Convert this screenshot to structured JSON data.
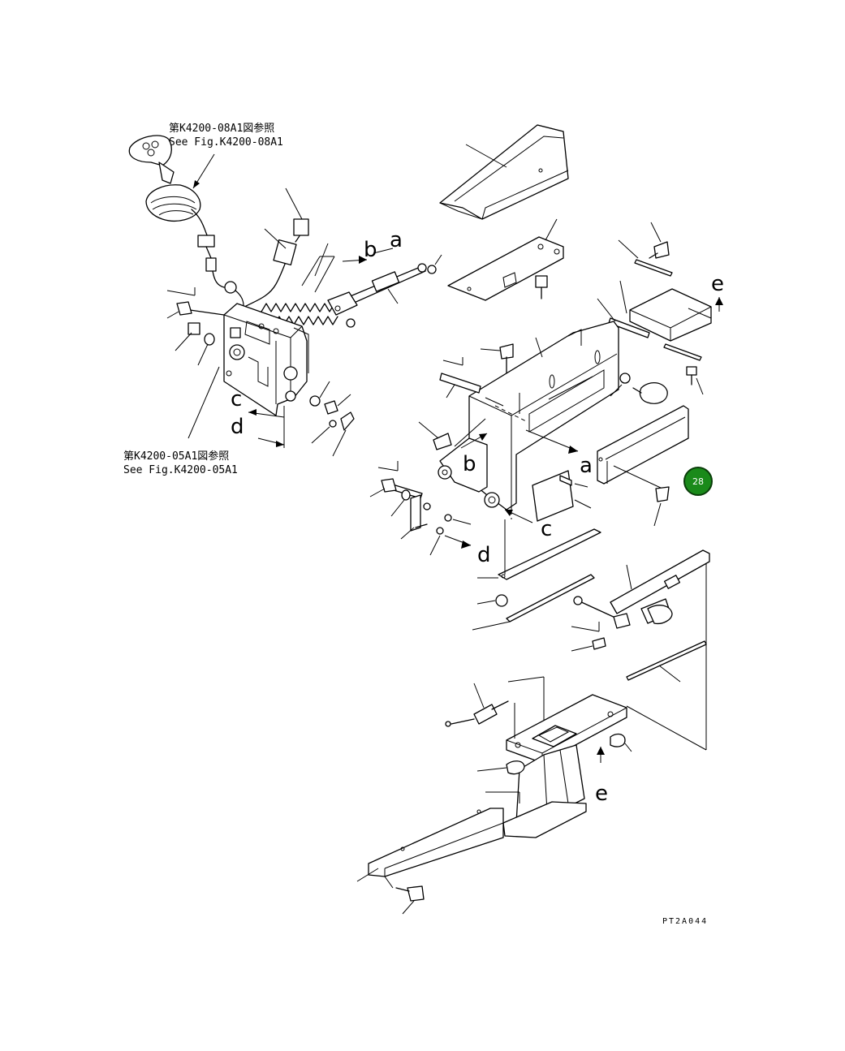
{
  "ref_top": {
    "line1": "第K4200-08A1図参照",
    "line2": "See Fig.K4200-08A1"
  },
  "ref_bottom": {
    "line1": "第K4200-05A1図参照",
    "line2": "See Fig.K4200-05A1"
  },
  "arrow_labels": {
    "a": "a",
    "b": "b",
    "c": "c",
    "d": "d",
    "e": "e"
  },
  "drawing_code": "PT2A044",
  "callout_badge": {
    "label": "28",
    "color": "#1a8a1a"
  }
}
